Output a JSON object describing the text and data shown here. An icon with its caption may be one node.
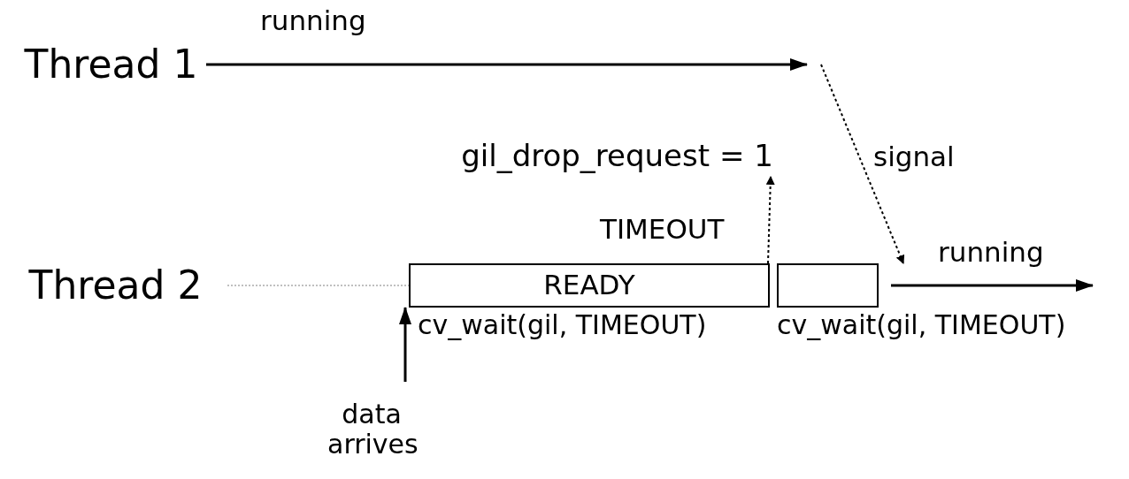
{
  "diagram": {
    "nodes": [
      {
        "text": [
          "Thread 1"
        ]
      },
      {
        "text": [
          "Thread 2"
        ]
      },
      {
        "text": [
          "READY"
        ],
        "beside": [
          "cv_wait(gil, TIMEOUT)"
        ]
      },
      {
        "text": [],
        "shape": "box",
        "beside": [
          "cv_wait(gil, TIMEOUT)"
        ]
      },
      {
        "text": [
          "data arrives"
        ]
      },
      {
        "text": [
          "gil_drop_request = 1"
        ]
      }
    ],
    "edges": [
      {
        "from": 0,
        "to": null,
        "arrow": "to",
        "label": "running"
      },
      {
        "from": null,
        "to": 3,
        "arrow": "to",
        "label": "signal",
        "style": "dashed"
      },
      {
        "from": 2,
        "to": 5,
        "arrow": "to",
        "label": "TIMEOUT",
        "style": "dashed"
      },
      {
        "from": 1,
        "to": 2,
        "arrow": "none",
        "style": "dashed",
        "color": "#808080"
      },
      {
        "from": 3,
        "to": null,
        "arrow": "to",
        "label": "running"
      },
      {
        "from": 4,
        "to": 2,
        "arrow": "to"
      }
    ]
  }
}
